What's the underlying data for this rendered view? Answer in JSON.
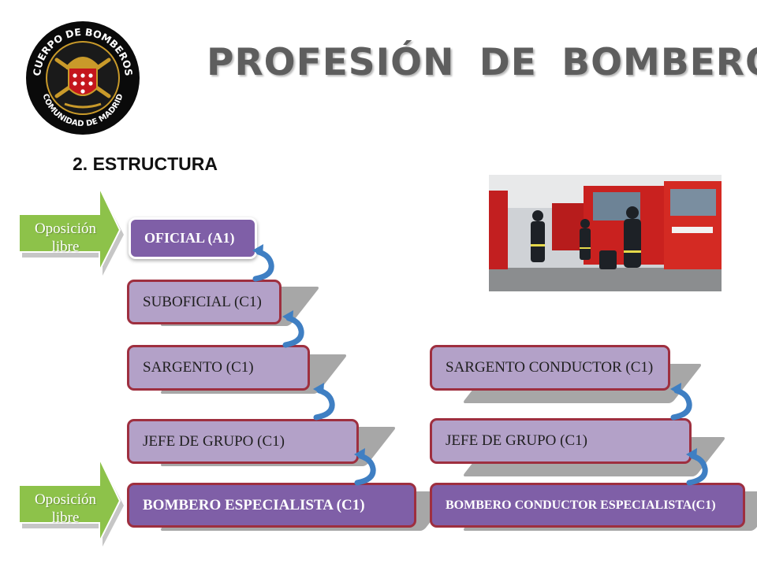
{
  "logo": {
    "top_text": "CUERPO DE BOMBEROS",
    "bottom_text": "COMUNIDAD DE MADRID",
    "colors": {
      "ring": "#0a0a0a",
      "gold": "#c99a2a",
      "red": "#c4161c"
    }
  },
  "title": "PROFESIÓN DE BOMBERO",
  "section_title": "2. ESTRUCTURA",
  "photo": {
    "icon": "firefighters-photo"
  },
  "entry_arrows": [
    {
      "label_line1": "Oposición",
      "label_line2": "libre"
    },
    {
      "label_line1": "Oposición",
      "label_line2": "libre"
    }
  ],
  "left_ladder": [
    {
      "label": "OFICIAL (A1)"
    },
    {
      "label": "SUBOFICIAL (C1)"
    },
    {
      "label": "SARGENTO (C1)"
    },
    {
      "label": "JEFE DE GRUPO (C1)"
    },
    {
      "label": "BOMBERO ESPECIALISTA (C1)"
    }
  ],
  "right_ladder": [
    {
      "label": "SARGENTO CONDUCTOR (C1)"
    },
    {
      "label": "JEFE DE GRUPO (C1)"
    },
    {
      "label": "BOMBERO CONDUCTOR ESPECIALISTA(C1)"
    }
  ],
  "colors": {
    "box_fill": "#b3a1c8",
    "box_border": "#9e2f3f",
    "box_strong": "#7f5fa7",
    "arrow_green": "#8dc24a",
    "curl_blue": "#3f7fc3"
  }
}
